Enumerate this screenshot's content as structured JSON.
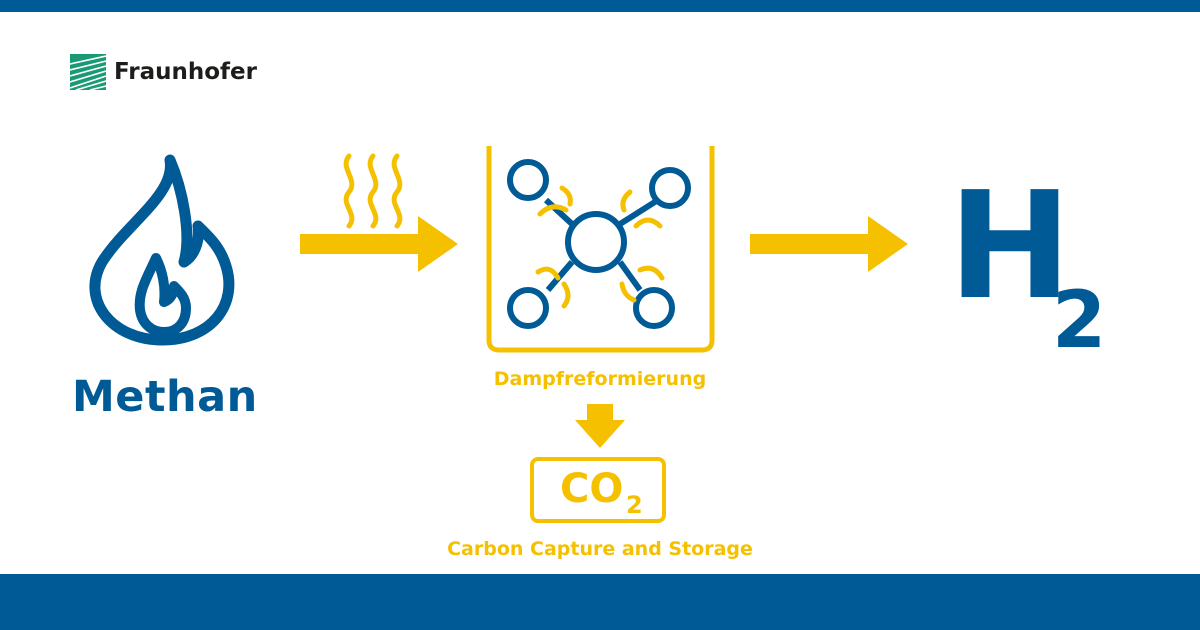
{
  "brand": {
    "name": "Fraunhofer"
  },
  "colors": {
    "blue": "#005a96",
    "yellow": "#f5c000",
    "logo_green": "#1a9a74"
  },
  "icons": {
    "flame": "flame-icon",
    "heat": "heat-waves-icon",
    "reactor": "molecule-reactor-icon",
    "arrow": "arrow-right-icon",
    "arrow_down": "arrow-down-icon"
  },
  "input": {
    "label": "Methan"
  },
  "process": {
    "label": "Dampfreformierung"
  },
  "byproduct": {
    "formula": "CO",
    "subscript": "2",
    "label": "Carbon Capture and Storage"
  },
  "output": {
    "formula": "H",
    "subscript": "2"
  }
}
